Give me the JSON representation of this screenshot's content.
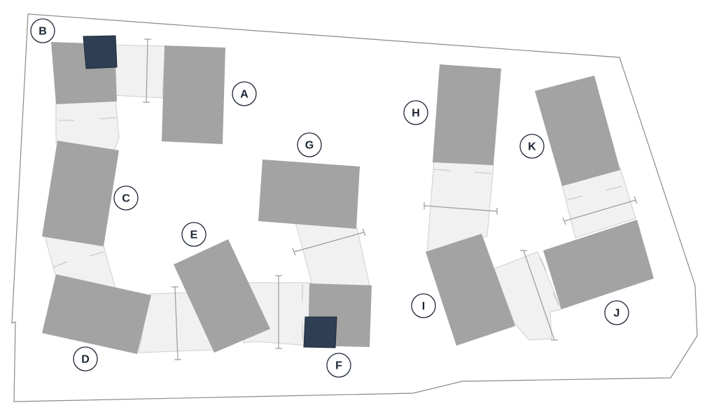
{
  "map": {
    "building_labels": [
      {
        "id": "A",
        "text": "A"
      },
      {
        "id": "B",
        "text": "B"
      },
      {
        "id": "C",
        "text": "C"
      },
      {
        "id": "D",
        "text": "D"
      },
      {
        "id": "E",
        "text": "E"
      },
      {
        "id": "F",
        "text": "F"
      },
      {
        "id": "G",
        "text": "G"
      },
      {
        "id": "H",
        "text": "H"
      },
      {
        "id": "I",
        "text": "I"
      },
      {
        "id": "J",
        "text": "J"
      },
      {
        "id": "K",
        "text": "K"
      }
    ],
    "colors": {
      "building": "#a3a3a3",
      "passage": "#f1f1f1",
      "core": "#2e3f54",
      "label": "#1b2533",
      "boundary": "#8a8a8a"
    }
  }
}
